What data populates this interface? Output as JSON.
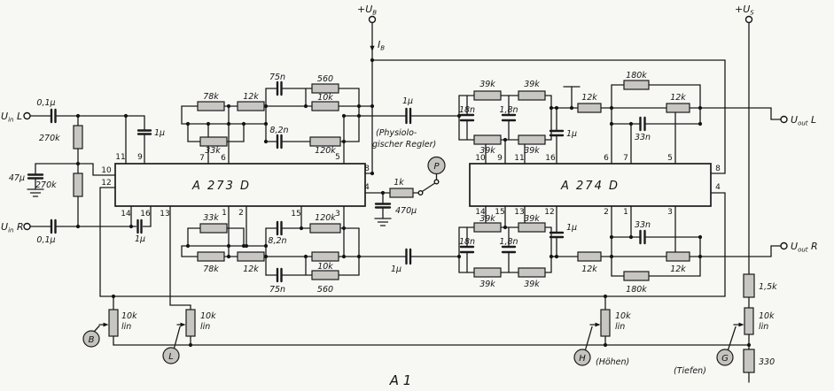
{
  "title": "A 1",
  "power": {
    "ub": "+U",
    "ub_sub": "B",
    "ib": "I",
    "ib_sub": "B",
    "us": "+U",
    "us_sub": "S"
  },
  "io": {
    "u": "U",
    "sub_in": "in",
    "sub_out": "out",
    "left_ch": " L",
    "right_ch": " R"
  },
  "ic1": {
    "name": "A 273 D",
    "pins_top": [
      "11",
      "9",
      "7",
      "6",
      "5"
    ],
    "pins_left": [
      "10",
      "12"
    ],
    "pins_right": [
      "8",
      "4"
    ],
    "pins_bottom": [
      "14",
      "16",
      "13",
      "1",
      "2",
      "15",
      "3"
    ]
  },
  "ic2": {
    "name": "A 274 D",
    "pins_top": [
      "10",
      "9",
      "11",
      "16",
      "6",
      "7",
      "5"
    ],
    "pins_right": [
      "8",
      "4"
    ],
    "pins_bottom": [
      "14",
      "15",
      "13",
      "12",
      "2",
      "1",
      "3"
    ]
  },
  "components": {
    "c_in_l": "0,1µ",
    "r_in_l": "270k",
    "c_bypass": "47µ",
    "r_bias": "270k",
    "c_in_r": "0,1µ",
    "c_pin9": "1µ",
    "c_pin16": "1µ",
    "r78k_t": "78k",
    "r12k_t": "12k",
    "c75n_t": "75n",
    "r560_t": "560",
    "r10k_t": "10k",
    "r33k_t": "33k",
    "c82n_t": "8,2n",
    "r120k_t": "120k",
    "r33k_b": "33k",
    "c82n_b": "8,2n",
    "r120k_b": "120k",
    "r78k_b": "78k",
    "r12k_b": "12k",
    "r10k_b": "10k",
    "c75n_b": "75n",
    "r560_b": "560",
    "c_couple_t": "1µ",
    "c_couple_b": "1µ",
    "regler1": "(Physiolo-",
    "regler2": "gischer Regler)",
    "p_label": "P",
    "r1k": "1k",
    "c470u": "470µ",
    "r39k_t1": "39k",
    "r39k_t2": "39k",
    "c18n_t": "18n",
    "c1n8_t": "1,8n",
    "r39k_t3": "39k",
    "r39k_t4": "39k",
    "c1u_p16": "1µ",
    "r12k_t1": "12k",
    "r180k_t": "180k",
    "c33n_t": "33n",
    "r12k_t2": "12k",
    "r39k_b1": "39k",
    "r39k_b2": "39k",
    "c18n_b": "18n",
    "c1n8_b": "1,8n",
    "r39k_b3": "39k",
    "r39k_b4": "39k",
    "c1u_p12": "1µ",
    "r12k_b1": "12k",
    "c33n_b": "33n",
    "r180k_b": "180k",
    "r12k_b2": "12k",
    "r1k5": "1,5k",
    "r330": "330"
  },
  "pots": {
    "b": {
      "value": "10k",
      "taper": "lin",
      "knob": "B"
    },
    "l": {
      "value": "10k",
      "taper": "lin",
      "knob": "L"
    },
    "h": {
      "value": "10k",
      "taper": "lin",
      "knob": "H",
      "caption": "(Höhen)"
    },
    "g": {
      "value": "10k",
      "taper": "lin",
      "knob": "G",
      "caption": "(Tiefen)"
    }
  }
}
